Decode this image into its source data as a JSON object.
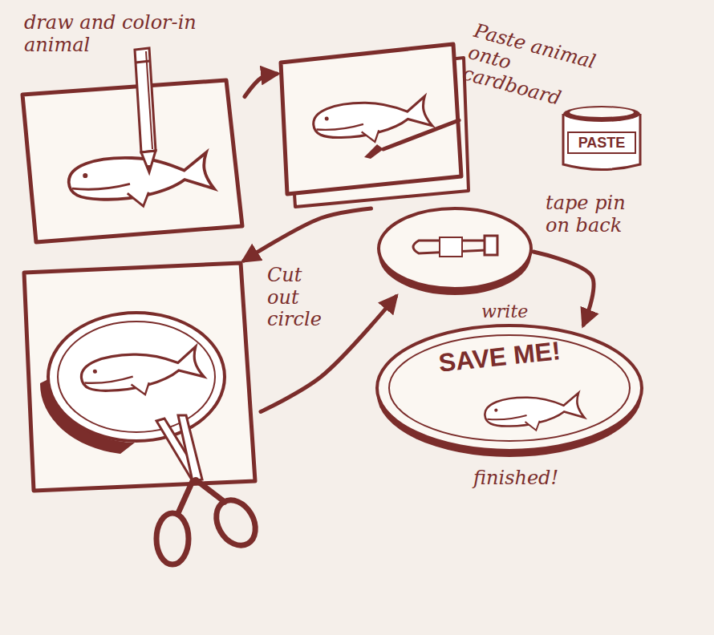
{
  "diagram": {
    "nodes": [
      {
        "text": [
          "draw and color-in animal"
        ]
      },
      {
        "text": [
          "Paste animal onto cardboard"
        ]
      },
      {
        "text": [
          "Cut out circle"
        ]
      },
      {
        "text": [
          "tape pin on back"
        ]
      },
      {
        "text": [
          "write",
          "SAVE ME!",
          "finished!"
        ]
      }
    ],
    "edges": [
      {
        "from": 0,
        "to": 1,
        "arrow": "to"
      },
      {
        "from": 1,
        "to": 2,
        "arrow": "to"
      },
      {
        "from": 2,
        "to": 3,
        "arrow": "to"
      },
      {
        "from": 3,
        "to": 4,
        "arrow": "to"
      }
    ],
    "labels": [
      "PASTE"
    ]
  }
}
